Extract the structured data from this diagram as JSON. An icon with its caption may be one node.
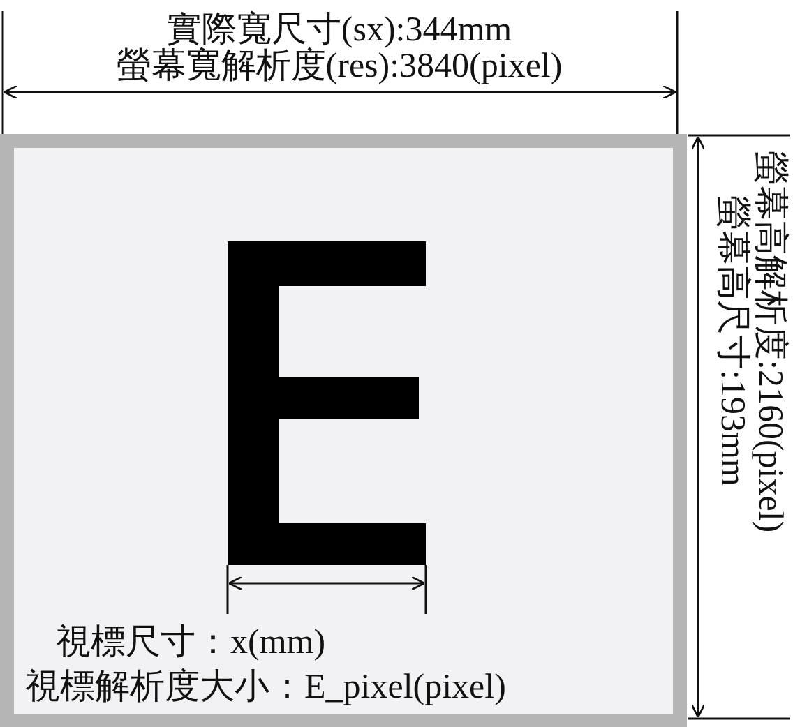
{
  "diagram": {
    "labels": [
      "實際寬尺寸(sx):344mm",
      "螢幕寬解析度(res):3840(pixel)",
      "螢幕高解析度:2160(pixel)",
      "螢幕高尺寸:193mm",
      "視標尺寸：x(mm)",
      "視標解析度大小：E_pixel(pixel)"
    ]
  }
}
